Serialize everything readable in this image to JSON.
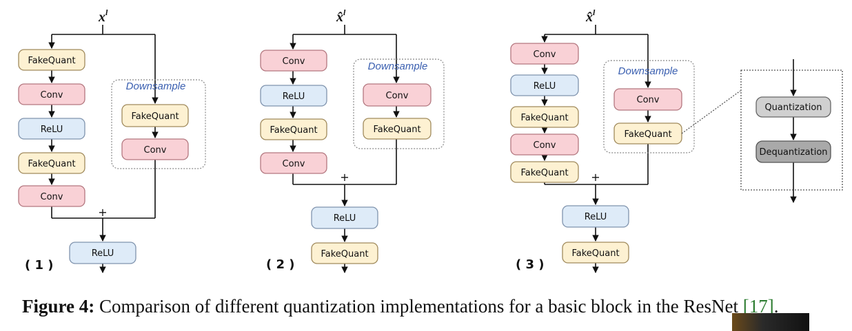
{
  "diagram": {
    "colors": {
      "fakequant_fill": "#fdf1d2",
      "fakequant_stroke": "#a08a5c",
      "conv_fill": "#f9d1d6",
      "conv_stroke": "#b3777f",
      "relu_fill": "#deebf8",
      "relu_stroke": "#7f93ad",
      "quant_fill": "#d0d0d0",
      "dequant_fill": "#a9a9a9",
      "downsample_text": "#3a5fb0"
    },
    "panel1": {
      "input": "x",
      "input_sup": "l",
      "main": [
        "FakeQuant",
        "Conv",
        "ReLU",
        "FakeQuant",
        "Conv"
      ],
      "downsample_label": "Downsample",
      "downsample": [
        "FakeQuant",
        "Conv"
      ],
      "plus": "+",
      "after": [
        "ReLU"
      ],
      "label": "( 1 )"
    },
    "panel2": {
      "input": "x̂",
      "input_sup": "l",
      "main": [
        "Conv",
        "ReLU",
        "FakeQuant",
        "Conv"
      ],
      "downsample_label": "Downsample",
      "downsample": [
        "Conv",
        "FakeQuant"
      ],
      "plus": "+",
      "after": [
        "ReLU",
        "FakeQuant"
      ],
      "label": "( 2 )"
    },
    "panel3": {
      "input": "x̂",
      "input_sup": "l",
      "main": [
        "Conv",
        "ReLU",
        "FakeQuant",
        "Conv",
        "FakeQuant"
      ],
      "downsample_label": "Downsample",
      "downsample": [
        "Conv",
        "FakeQuant"
      ],
      "plus": "+",
      "after": [
        "ReLU",
        "FakeQuant"
      ],
      "label": "( 3 )"
    },
    "zoom": [
      "Quantization",
      "Dequantization"
    ]
  },
  "caption": {
    "label": "Figure 4:",
    "text": " Comparison of different quantization implementations for a basic block in the ResNet ",
    "ref": "[17]",
    "end": "."
  }
}
